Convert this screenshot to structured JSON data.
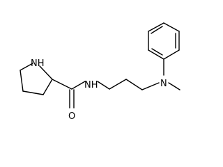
{
  "structure": {
    "atoms": {
      "ring_nh": "NH",
      "amide_nh": "NH",
      "carbonyl_o": "O",
      "aniline_n": "N"
    }
  }
}
